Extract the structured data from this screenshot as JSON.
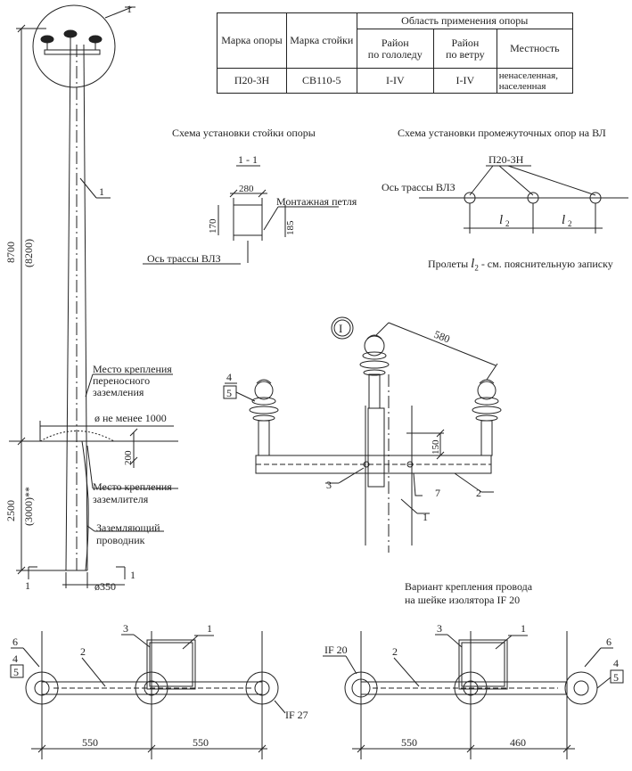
{
  "table": {
    "col_brand": "Марка опоры",
    "col_post": "Марка стойки",
    "col_area": "Область применения опоры",
    "col_ice": "Район\nпо гололеду",
    "col_wind": "Район\nпо ветру",
    "col_locality": "Местность",
    "row": {
      "brand": "П20-3Н",
      "post": "СВ110-5",
      "ice": "I-IV",
      "wind": "I-IV",
      "locality": "ненаселенная,\nнаселенная"
    }
  },
  "titles": {
    "post_install": "Схема установки стойки опоры",
    "intermediate": "Схема установки промежуточных опор на ВЛ",
    "variant": "Вариант крепления провода\nна шейке изолятора IF 20"
  },
  "labels": {
    "callout_1": "1",
    "callout_I": "I",
    "section": "1 - 1",
    "mount_loop": "Монтажная петля",
    "route_axis_1": "Ось трассы ВЛЗ",
    "route_axis_2": "Ось трассы ВЛЗ",
    "span_brand": "П20-3Н",
    "span_l": "l",
    "span_sub": "2",
    "spans_note_pre": "Пролеты ",
    "spans_note_post": " - см. пояснительную записку",
    "ground_fix": "Место крепления\nпереносного\nзаземления",
    "diameter_min": "ø не менее 1000",
    "earth_fix": "Место крепления\nзаземлителя",
    "earth_conductor": "Заземляющий\nпроводник",
    "dia_350": "ø350",
    "if27": "IF 27",
    "if20": "IF 20",
    "n1": "1",
    "n2": "2",
    "n3": "3",
    "n4": "4",
    "n5": "5",
    "n6": "6",
    "n7": "7"
  },
  "dimensions": {
    "h8700": "8700",
    "h8200": "(8200)",
    "h2500": "2500",
    "h3000": "(3000)**",
    "d280": "280",
    "d170": "170",
    "d185": "185",
    "d200": "200",
    "d580": "580",
    "d150": "150",
    "d550a": "550",
    "d550b": "550",
    "d550c": "550",
    "d460": "460"
  }
}
